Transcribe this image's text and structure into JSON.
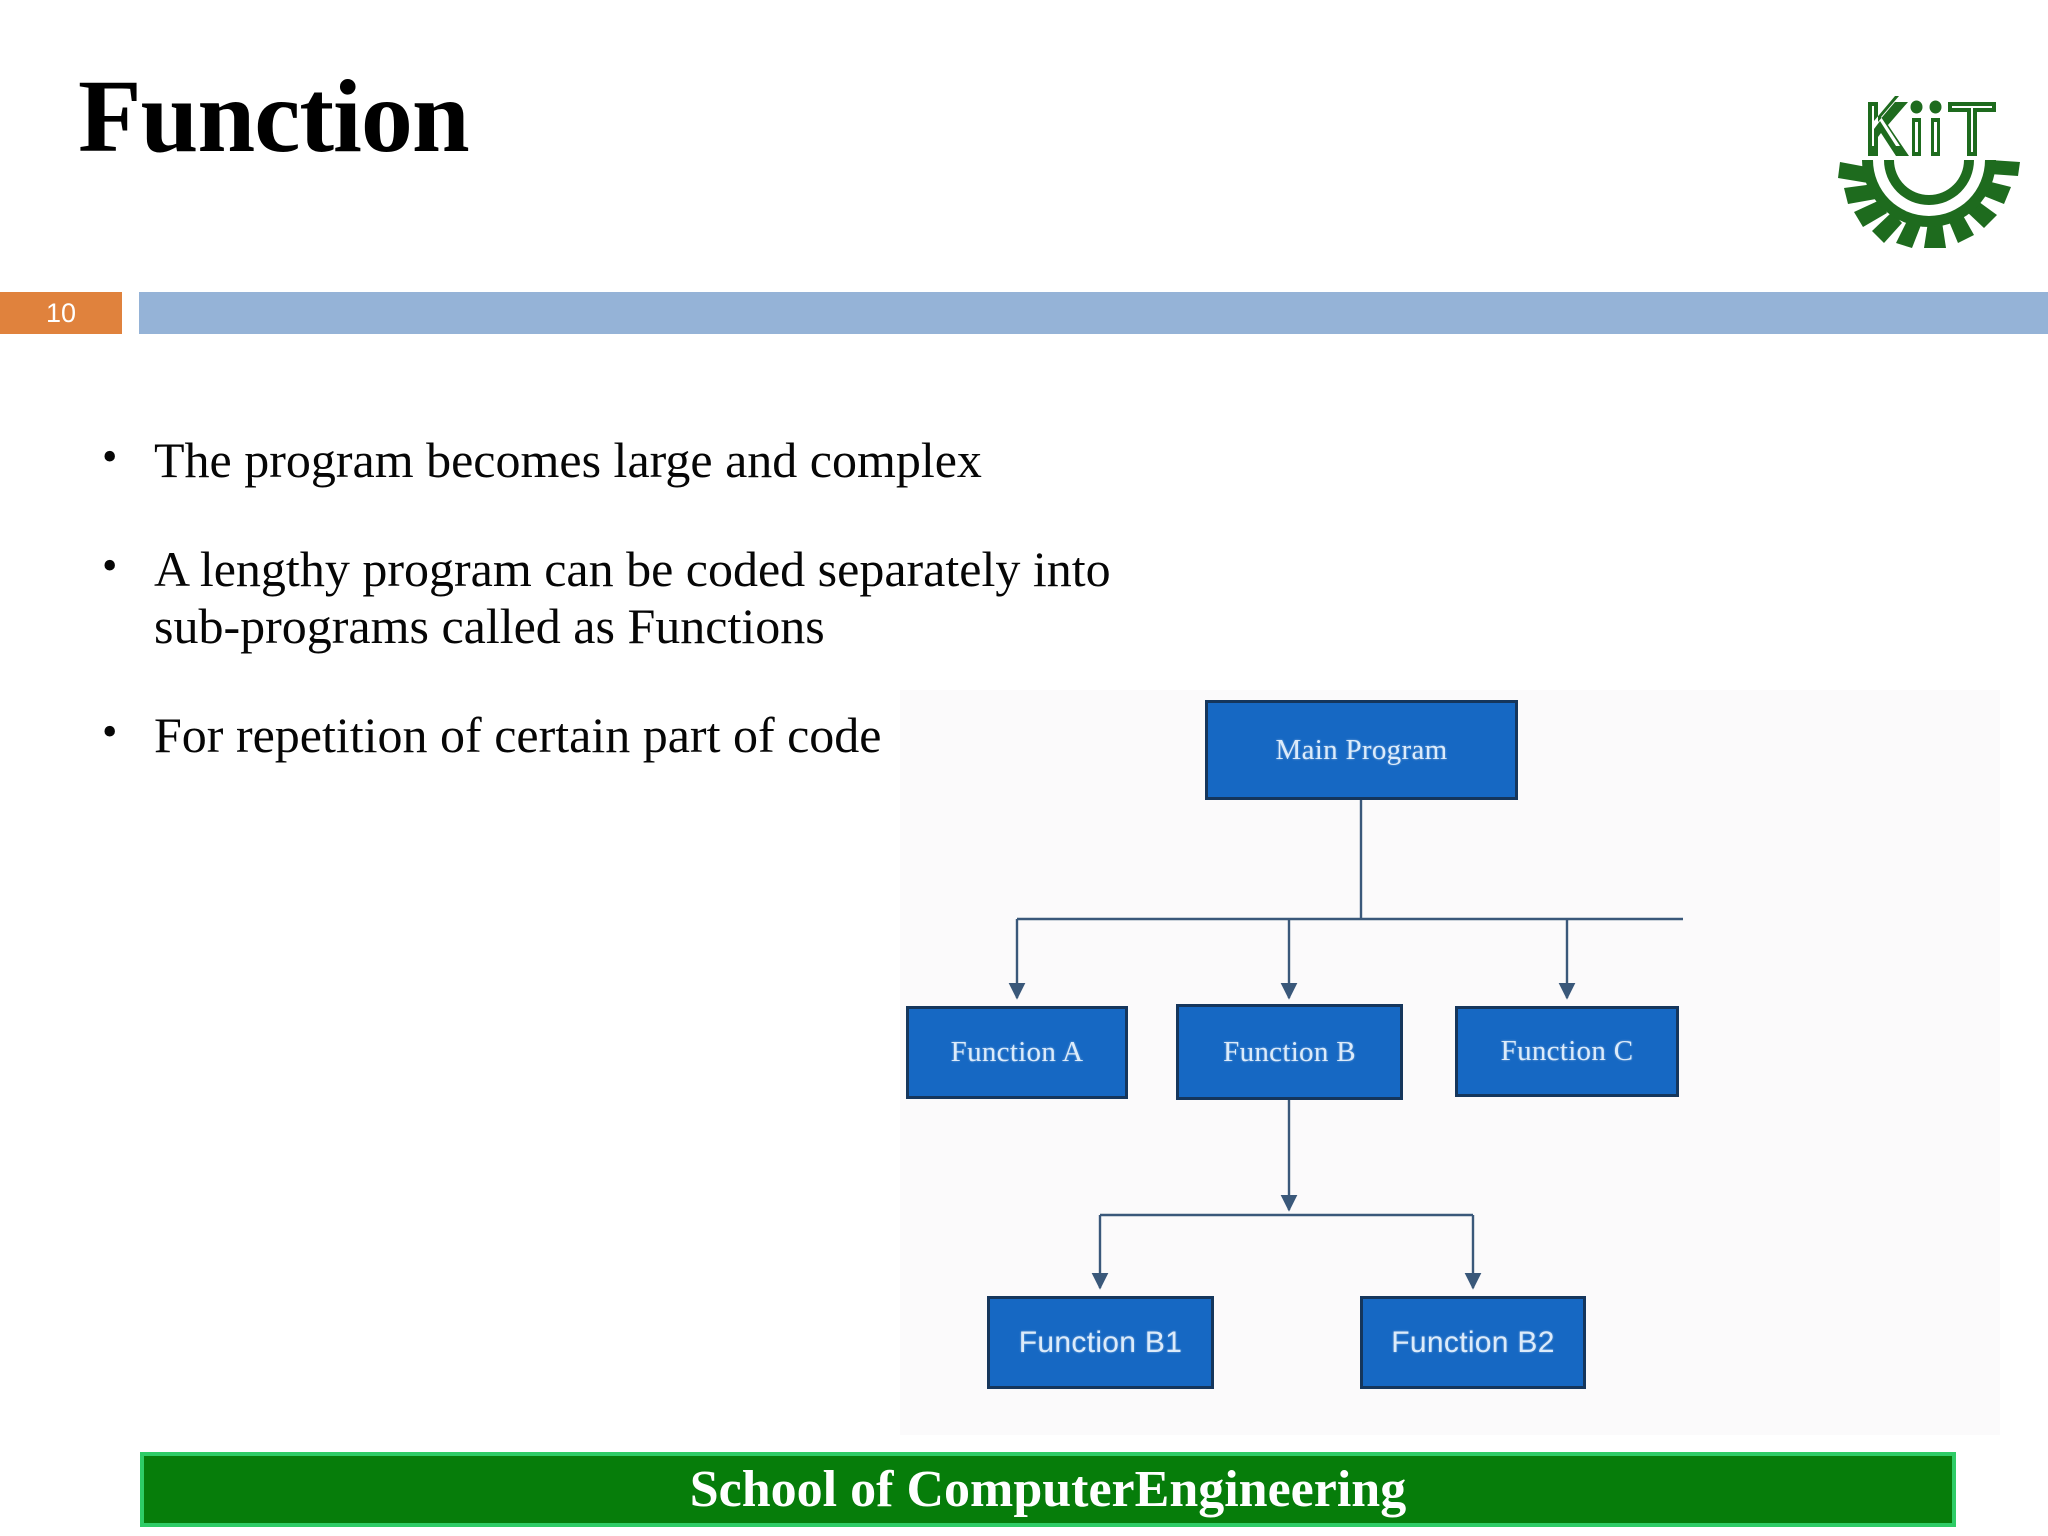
{
  "slide": {
    "title": "Function",
    "page_number": "10",
    "accent_orange": "#E0823D",
    "accent_blue_bar": "#95B3D7",
    "footer_green": "#067D0A",
    "node_blue": "#1668C3",
    "logo_green": "#1E6B1E"
  },
  "logo": {
    "name": "kiit-logo",
    "wordmark": "KiiT"
  },
  "bullets": [
    {
      "marker": "•",
      "text": "The program becomes large and complex",
      "line2": ""
    },
    {
      "marker": "•",
      "text": "A lengthy program can be coded separately into",
      "line2": "sub-programs called as Functions"
    },
    {
      "marker": "•",
      "text": "For repetition of certain part of code",
      "line2": ""
    }
  ],
  "diagram": {
    "type": "flowchart",
    "title": "",
    "nodes": [
      {
        "id": "main",
        "label": "Main Program"
      },
      {
        "id": "fa",
        "label": "Function A"
      },
      {
        "id": "fb",
        "label": "Function B"
      },
      {
        "id": "fc",
        "label": "Function C"
      },
      {
        "id": "fb1",
        "label": "Function B1"
      },
      {
        "id": "fb2",
        "label": "Function B2"
      }
    ],
    "edges": [
      {
        "from": "main",
        "to": "fa"
      },
      {
        "from": "main",
        "to": "fb"
      },
      {
        "from": "main",
        "to": "fc"
      },
      {
        "from": "fb",
        "to": "fb1"
      },
      {
        "from": "fb",
        "to": "fb2"
      }
    ]
  },
  "footer": {
    "text": "School of ComputerEngineering"
  }
}
